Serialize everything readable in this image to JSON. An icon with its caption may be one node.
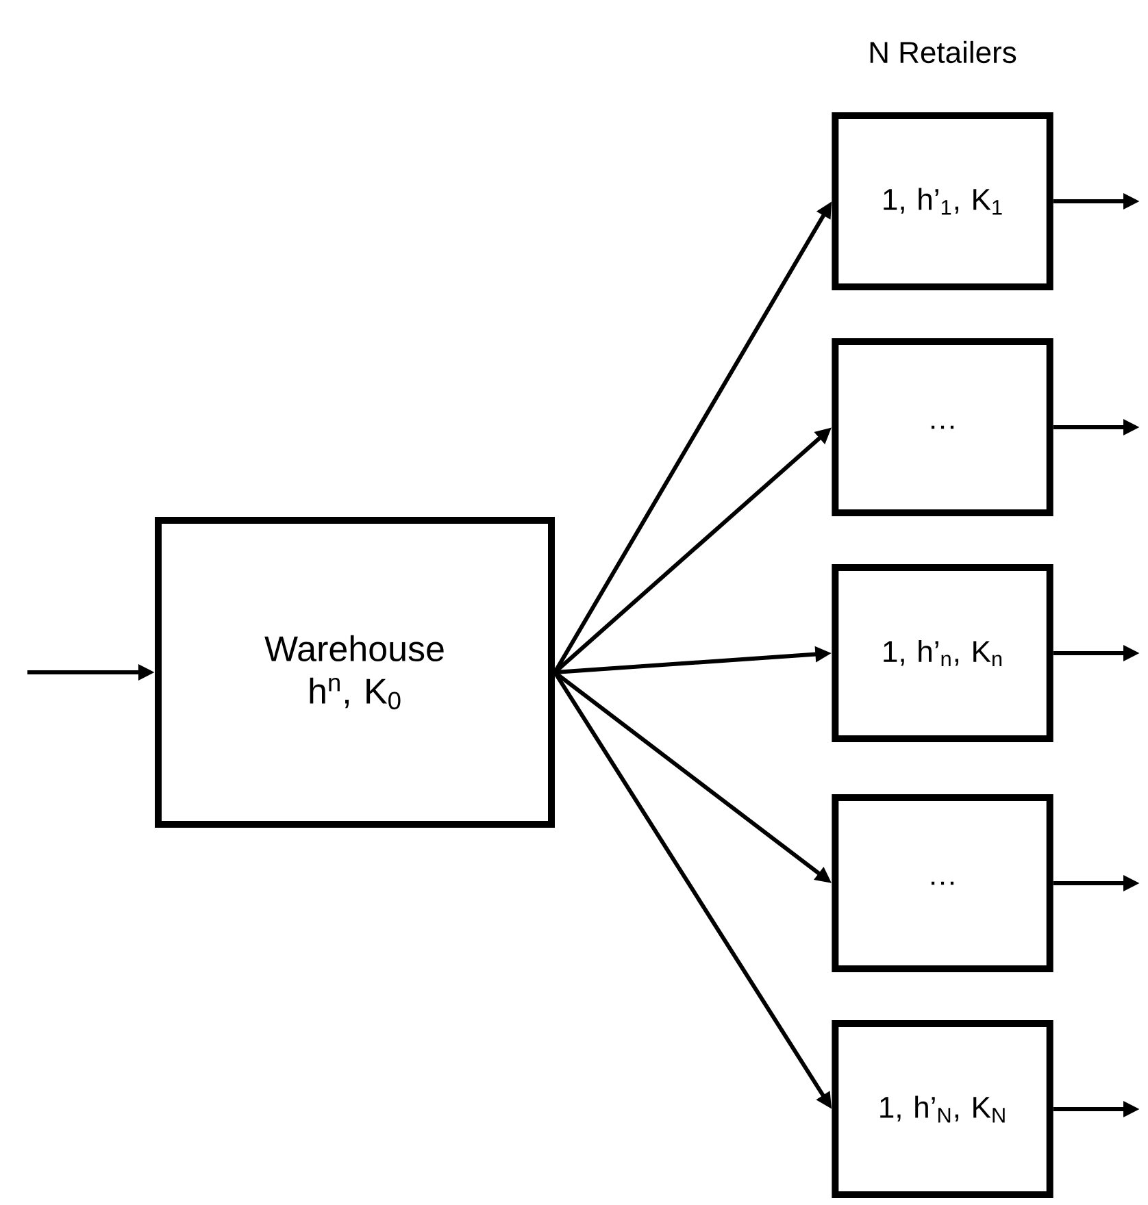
{
  "diagram": {
    "nodes": [
      {
        "text": [
          "Warehouse h$^{n}$, K$_{0}$"
        ]
      },
      {
        "text": [
          "1, h’$_{1}$, K$_{1}$"
        ]
      },
      {
        "text": [
          "…"
        ]
      },
      {
        "text": [
          "1, h’$_{n}$, K$_{n}$"
        ]
      },
      {
        "text": [
          "…"
        ]
      },
      {
        "text": [
          "1, h’$_{N}$, K$_{N}$"
        ]
      }
    ],
    "edges": [
      {
        "from": null,
        "to": 0,
        "arrow": "to"
      },
      {
        "from": 0,
        "to": 1,
        "arrow": "to"
      },
      {
        "from": 0,
        "to": 2,
        "arrow": "to"
      },
      {
        "from": 0,
        "to": 3,
        "arrow": "to"
      },
      {
        "from": 0,
        "to": 4,
        "arrow": "to"
      },
      {
        "from": 0,
        "to": 5,
        "arrow": "to"
      },
      {
        "from": 1,
        "to": null,
        "arrow": "to"
      },
      {
        "from": 2,
        "to": null,
        "arrow": "to"
      },
      {
        "from": 3,
        "to": null,
        "arrow": "to"
      },
      {
        "from": 4,
        "to": null,
        "arrow": "to"
      },
      {
        "from": 5,
        "to": null,
        "arrow": "to"
      }
    ],
    "labels": [
      "N Retailers"
    ]
  }
}
